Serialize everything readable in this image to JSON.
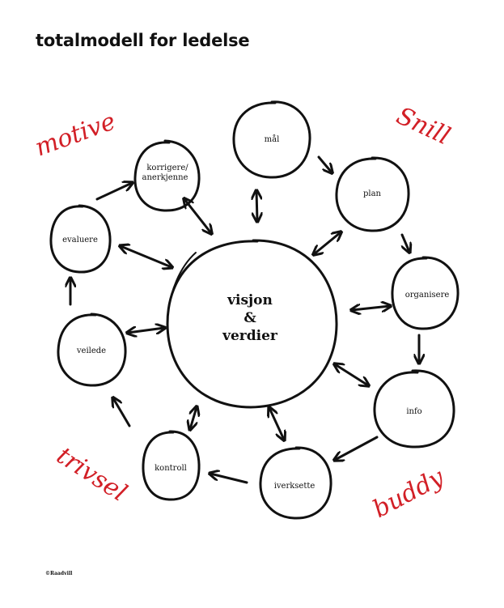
{
  "title": "totalmodell for ledelse",
  "copyright": "©Raadvill",
  "colors": {
    "ink": "#111111",
    "handwriting": "#d21f26"
  },
  "center": {
    "line1": "visjon",
    "line2": "&",
    "line3": "verdier"
  },
  "nodes": {
    "maal": "mål",
    "plan": "plan",
    "organisere": "organisere",
    "info": "info",
    "iverksette": "iverksette",
    "kontroll": "kontroll",
    "veilede": "veilede",
    "evaluere": "evaluere",
    "korrigere_line1": "korrigere/",
    "korrigere_line2": "anerkjenne"
  },
  "corner_notes": {
    "top_left": "motive",
    "top_right": "Snill",
    "bottom_left": "trivsel",
    "bottom_right": "buddy"
  }
}
